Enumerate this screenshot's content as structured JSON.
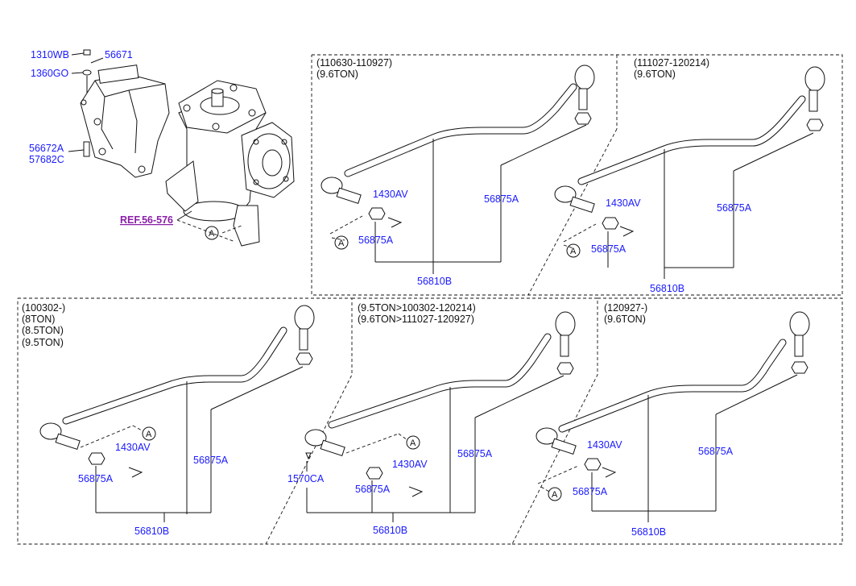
{
  "gear_box": {
    "labels": {
      "bolt_1310wb": "1310WB",
      "washer_1360go": "1360GO",
      "bracket_56671": "56671",
      "bolt_56672a": "56672A",
      "bolt_57682c": "57682C",
      "ref": "REF.56-576",
      "marker": "A"
    }
  },
  "panels": [
    {
      "id": "p1",
      "notes": [
        "(110630-110927)",
        "(9.6TON)"
      ],
      "labels": [
        "1430AV",
        "56875A",
        "56875A",
        "56810B"
      ],
      "marker": "A"
    },
    {
      "id": "p2",
      "notes": [
        "(111027-120214)",
        "(9.6TON)"
      ],
      "labels": [
        "1430AV",
        "56875A",
        "56875A",
        "56810B"
      ],
      "marker": "A"
    },
    {
      "id": "p3",
      "notes": [
        "(100302-)",
        "(8TON)",
        "(8.5TON)",
        "(9.5TON)"
      ],
      "labels": [
        "1430AV",
        "56875A",
        "56875A",
        "56810B"
      ],
      "marker": "A"
    },
    {
      "id": "p4",
      "notes": [
        "(9.5TON>100302-120214)",
        "(9.6TON>111027-120927)"
      ],
      "labels": [
        "1430AV",
        "56875A",
        "56875A",
        "56810B",
        "1570CA"
      ],
      "marker": "A"
    },
    {
      "id": "p5",
      "notes": [
        "(120927-)",
        "(9.6TON)"
      ],
      "labels": [
        "1430AV",
        "56875A",
        "56875A",
        "56810B"
      ],
      "marker": "A"
    }
  ],
  "colors": {
    "part_label": "#1a1aff",
    "ref_label": "#8b1fa8",
    "line": "#111111"
  }
}
